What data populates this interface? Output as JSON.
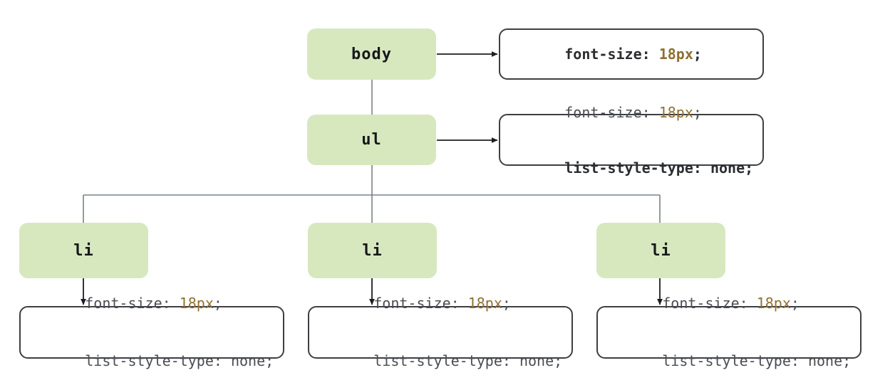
{
  "diagram": {
    "title": "CSS inheritance tree: body > ul > li",
    "colors": {
      "node_fill": "#d7e8bf",
      "box_border": "#3c3f43",
      "property_text": "#4a4d52",
      "value_text": "#8f7032",
      "connector": "#7b8089",
      "arrow": "#1c1e21",
      "background": "#ffffff"
    },
    "nodes": [
      {
        "id": "body",
        "label": "body"
      },
      {
        "id": "ul",
        "label": "ul"
      },
      {
        "id": "li1",
        "label": "li"
      },
      {
        "id": "li2",
        "label": "li"
      },
      {
        "id": "li3",
        "label": "li"
      }
    ],
    "declaration_boxes": [
      {
        "id": "body-declarations",
        "for_node": "body",
        "lines": [
          {
            "property": "font-size: ",
            "value": "18px",
            "terminator": ";",
            "bold": true
          }
        ]
      },
      {
        "id": "ul-declarations",
        "for_node": "ul",
        "lines": [
          {
            "property": "font-size: ",
            "value": "18px",
            "terminator": ";",
            "bold": false
          },
          {
            "property": "list-style-type: ",
            "value": "none",
            "terminator": ";",
            "bold": true
          }
        ]
      },
      {
        "id": "li1-declarations",
        "for_node": "li1",
        "lines": [
          {
            "property": "font-size: ",
            "value": "18px",
            "terminator": ";",
            "bold": false
          },
          {
            "property": "list-style-type: ",
            "value": "none",
            "terminator": ";",
            "bold": false
          }
        ]
      },
      {
        "id": "li2-declarations",
        "for_node": "li2",
        "lines": [
          {
            "property": "font-size: ",
            "value": "18px",
            "terminator": ";",
            "bold": false
          },
          {
            "property": "list-style-type: ",
            "value": "none",
            "terminator": ";",
            "bold": false
          }
        ]
      },
      {
        "id": "li3-declarations",
        "for_node": "li3",
        "lines": [
          {
            "property": "font-size: ",
            "value": "18px",
            "terminator": ";",
            "bold": false
          },
          {
            "property": "list-style-type: ",
            "value": "none",
            "terminator": ";",
            "bold": false
          }
        ]
      }
    ],
    "li_bottom_values": {
      "line1_property": "list-style-type: ",
      "line1_value": "none",
      "line1_terminator": ";"
    }
  }
}
